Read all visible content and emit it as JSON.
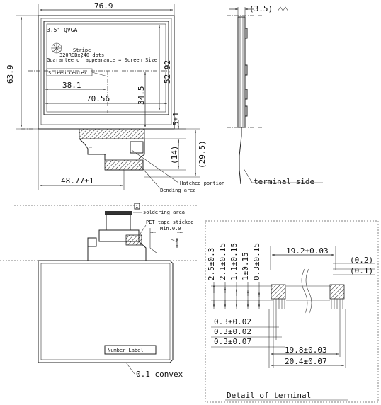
{
  "front_view": {
    "width_dim": "76.9",
    "height_dim": "63.9",
    "model": "3.5\" QVGA",
    "notes": [
      "Stripe",
      "320RGBx240 dots",
      "Guarantee of appearance = Screen Size"
    ],
    "screen_center_label": "Screen center",
    "dim_38_1": "38.1",
    "dim_34_5": "34.5",
    "dim_52_92": "52.92",
    "dim_70_56": "70.56",
    "dim_5_1": "5±1",
    "dim_14": "(14)",
    "dim_29_5": "(29.5)",
    "dim_48_77": "48.77±1",
    "hatched_label": "Hatched portion",
    "bending_label": "Bending area"
  },
  "side_view": {
    "dim_3_5": "(3.5)",
    "terminal_side": "terminal side"
  },
  "back_view": {
    "marker": "1",
    "soldering_label": "soldering area",
    "pet_label": "PET tape sticked",
    "min_label": "Min.0.0",
    "label_box": "Number Label",
    "convex_label": "0.1 convex"
  },
  "detail": {
    "title": "Detail of terminal",
    "vert_dims": [
      "2.5±0.3",
      "2.1±0.15",
      "1.1±0.15",
      "1±0.15",
      "0.3±0.15"
    ],
    "dim_19_2": "19.2±0.03",
    "dim_0_2": "(0.2)",
    "dim_0_1": "(0.1)",
    "dim_0_3a": "0.3±0.02",
    "dim_0_3b": "0.3±0.02",
    "dim_0_3c": "0.3±0.07",
    "dim_19_8": "19.8±0.03",
    "dim_20_4": "20.4±0.07"
  }
}
